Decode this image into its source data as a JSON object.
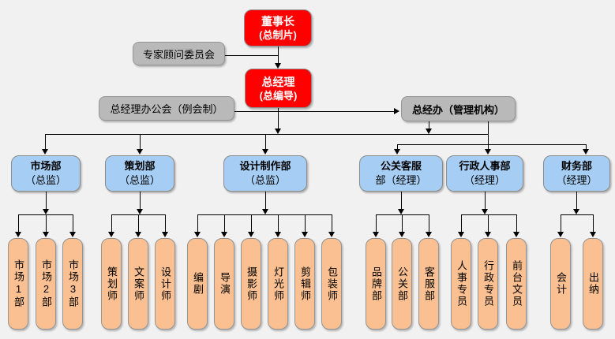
{
  "colors": {
    "executive_fill": "#fe0000",
    "committee_fill": "#b9b9b9",
    "department_fill": "#a6cdf3",
    "staff_fill": "#fac091",
    "connector": "#000000",
    "background": "#f1f1f1"
  },
  "org": {
    "chairman": {
      "title": "董事长",
      "subtitle": "(总制片)"
    },
    "general_manager": {
      "title": "总经理",
      "subtitle": "(总编导)"
    },
    "expert_committee": {
      "label": "专家顾问委员会"
    },
    "gm_office_meeting": {
      "label": "总经理办公会（例会制）"
    },
    "gm_admin_office": {
      "label": "总经办（管理机构）"
    },
    "departments": [
      {
        "line1": "市场部",
        "line2": "（总监）"
      },
      {
        "line1": "策划部",
        "line2": "（总监）"
      },
      {
        "line1": "设计制作部",
        "line2": "（总监）"
      },
      {
        "line1": "公关客服",
        "line2": "部（经理）"
      },
      {
        "line1": "行政人事部",
        "line2": "（经理）"
      },
      {
        "line1": "财务部",
        "line2": "（经理）"
      }
    ],
    "staff": [
      {
        "label": "市场1部"
      },
      {
        "label": "市场2部"
      },
      {
        "label": "市场3部"
      },
      {
        "label": "策划师"
      },
      {
        "label": "文案师"
      },
      {
        "label": "设计师"
      },
      {
        "label": "编剧"
      },
      {
        "label": "导演"
      },
      {
        "label": "摄影师"
      },
      {
        "label": "灯光师"
      },
      {
        "label": "剪辑师"
      },
      {
        "label": "包装师"
      },
      {
        "label": "品牌部"
      },
      {
        "label": "公关部"
      },
      {
        "label": "客服部"
      },
      {
        "label": "人事专员"
      },
      {
        "label": "行政专员"
      },
      {
        "label": "前台文员"
      },
      {
        "label": "会计"
      },
      {
        "label": "出纳"
      }
    ]
  }
}
